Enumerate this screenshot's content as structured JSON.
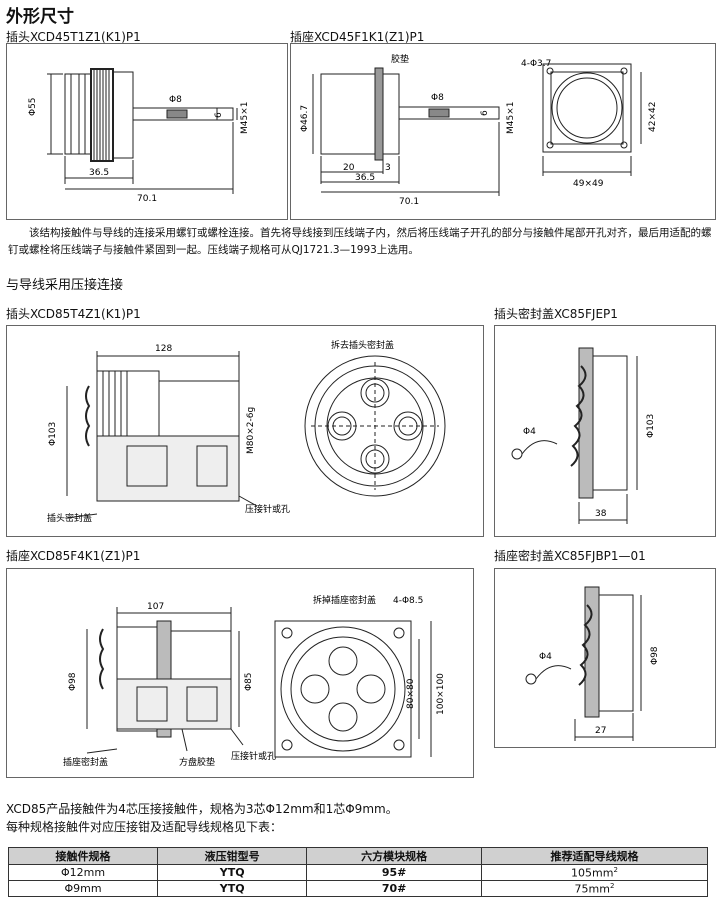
{
  "page_title": "外形尺寸",
  "fig1": {
    "caption": "插头XCD45T1Z1(K1)P1",
    "dims": {
      "phi55": "Φ55",
      "phi8": "Φ8",
      "m45": "M45×1",
      "six": "6",
      "d365": "36.5",
      "d701": "70.1"
    }
  },
  "fig2": {
    "caption": "插座XCD45F1K1(Z1)P1",
    "dims": {
      "gasket": "胶垫",
      "holes": "4-Φ3.7",
      "phi467": "Φ46.7",
      "phi8": "Φ8",
      "m45": "M45×1",
      "six": "6",
      "d20": "20",
      "d3": "3",
      "d365": "36.5",
      "d701": "70.1",
      "d4242": "42×42",
      "d4949": "49×49"
    }
  },
  "para1": "该结构接触件与导线的连接采用螺钉或螺栓连接。首先将导线接到压线端子内，然后将压线端子开孔的部分与接触件尾部开孔对齐，最后用适配的螺钉或螺栓将压线端子与接触件紧固到一起。压线端子规格可从QJ1721.3—1993上选用。",
  "section2_title": "与导线采用压接连接",
  "fig3": {
    "caption": "插头XCD85T4Z1(K1)P1",
    "dims": {
      "d128": "128",
      "remove": "拆去插头密封盖",
      "phi103": "Φ103",
      "m80": "M80×2-6g",
      "cap": "插头密封盖",
      "pin": "压接针或孔"
    }
  },
  "fig4": {
    "caption": "插头密封盖XC85FJEP1",
    "dims": {
      "phi4": "Φ4",
      "phi103": "Φ103",
      "d38": "38"
    }
  },
  "fig5": {
    "caption": "插座XCD85F4K1(Z1)P1",
    "dims": {
      "d107": "107",
      "remove": "拆掉插座密封盖",
      "holes": "4-Φ8.5",
      "phi98": "Φ98",
      "phi85": "Φ85",
      "d8080": "80×80",
      "d100": "100×100",
      "cap": "插座密封盖",
      "gasket": "方盘胶垫",
      "pin": "压接针或孔"
    }
  },
  "fig6": {
    "caption": "插座密封盖XC85FJBP1—01",
    "dims": {
      "phi4": "Φ4",
      "phi98": "Φ98",
      "d27": "27"
    }
  },
  "note1": "XCD85产品接触件为4芯压接接触件，规格为3芯Φ12mm和1芯Φ9mm。",
  "note2": "每种规格接触件对应压接钳及适配导线规格见下表：",
  "table": {
    "headers": [
      "接触件规格",
      "液压钳型号",
      "六方模块规格",
      "推荐适配导线规格"
    ],
    "rows": [
      {
        "spec": "Φ12mm",
        "tool": "YTQ",
        "module": "95#",
        "wire": "105mm",
        "sup": "2"
      },
      {
        "spec": "Φ9mm",
        "tool": "YTQ",
        "module": "70#",
        "wire": "75mm",
        "sup": "2"
      }
    ]
  }
}
